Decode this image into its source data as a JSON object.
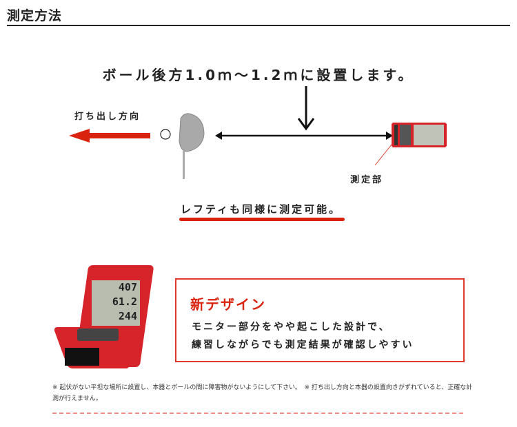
{
  "title": "測定方法",
  "headline": "ボール後方1.0ｍ～1.2ｍに設置します。",
  "diagram": {
    "launch_direction": "打ち出し方向",
    "sensor_label": "測定部",
    "lefty": "レフティも同様に測定可能。",
    "accent": "#d9230f"
  },
  "device_display": [
    "407",
    "61.2",
    "244"
  ],
  "feature": {
    "title": "新デザイン",
    "line1": "モニター部分をやや起こした設計で、",
    "line2": "練習しながらでも測定結果が確認しやすい"
  },
  "note": "※ 起伏がない平坦な場所に設置し、本器とボールの間に障害物がないようにして下さい。　※ 打ち出し方向と本器の設置向きがずれていると、正確な計測が行えません。"
}
